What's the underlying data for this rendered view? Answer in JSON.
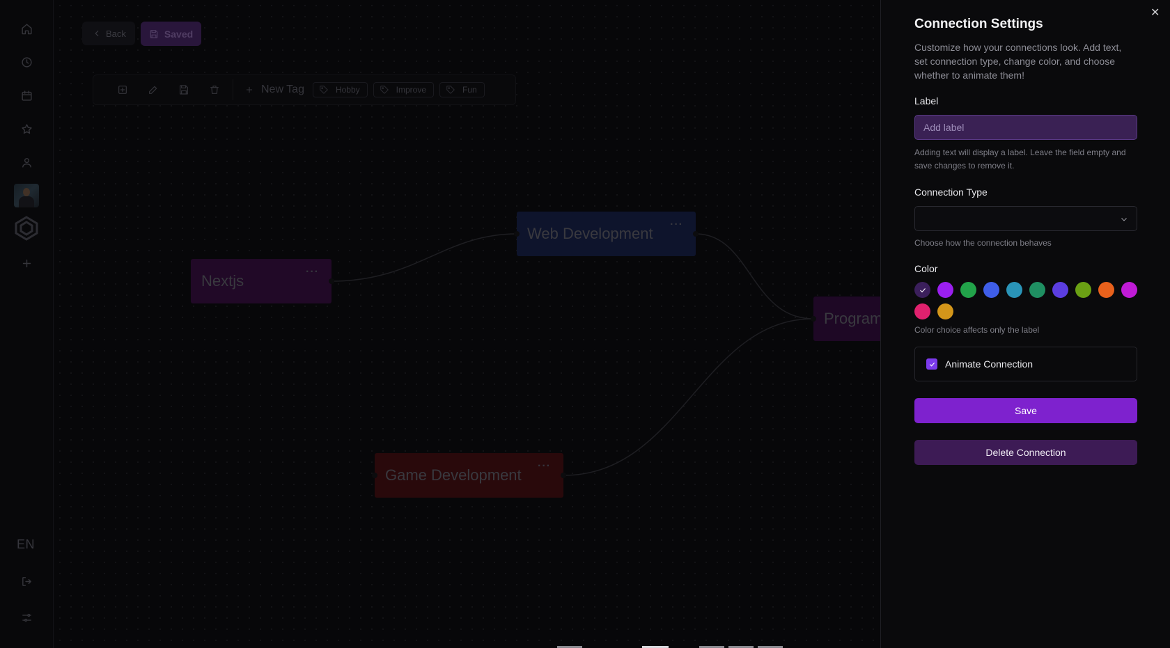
{
  "sidebar": {
    "icons": [
      "home-icon",
      "history-icon",
      "calendar-icon",
      "star-icon",
      "user-icon"
    ],
    "language": "EN"
  },
  "canvas": {
    "back_label": "Back",
    "saved_label": "Saved",
    "new_tag_label": "New Tag",
    "tags": [
      "Hobby",
      "Improve",
      "Fun"
    ],
    "nodes": {
      "nextjs": "Nextjs",
      "web": "Web Development",
      "game": "Game Development",
      "prog": "Program"
    },
    "node_menu": "···"
  },
  "panel": {
    "title": "Connection Settings",
    "description": "Customize how your connections look. Add text, set connection type, change color, and choose whether to animate them!",
    "label_title": "Label",
    "label_placeholder": "Add label",
    "label_value": "",
    "label_hint": "Adding text will display a label. Leave the field empty and save changes to remove it.",
    "type_title": "Connection Type",
    "type_value": "",
    "type_hint": "Choose how the connection behaves",
    "color_title": "Color",
    "colors": [
      "#3b1f5c",
      "#9b1ff0",
      "#22a34a",
      "#3f5ee8",
      "#2a94b8",
      "#1f8f62",
      "#5b3ee0",
      "#6aa014",
      "#e8611c",
      "#c01bd6",
      "#e0216e",
      "#d4961a"
    ],
    "selected_color_index": 0,
    "color_hint": "Color choice affects only the label",
    "animate_label": "Animate Connection",
    "animate_checked": true,
    "save_label": "Save",
    "delete_label": "Delete Connection",
    "close_symbol": "✕"
  }
}
